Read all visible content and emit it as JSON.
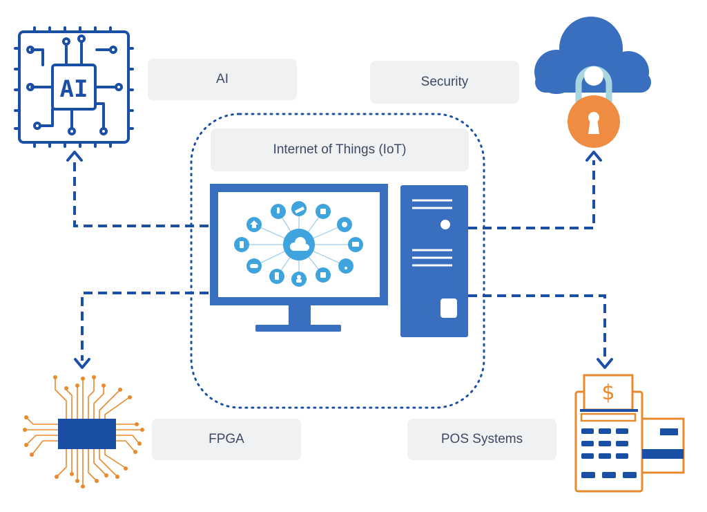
{
  "labels": {
    "ai": "AI",
    "security": "Security",
    "iot": "Internet of Things (IoT)",
    "fpga": "FPGA",
    "pos": "POS Systems"
  },
  "icons": {
    "chip_text": "AI",
    "currency": "$"
  },
  "colors": {
    "primary_blue": "#3a6fc0",
    "dark_blue": "#1b4fa5",
    "light_blue": "#3fa4dd",
    "orange": "#e8892c",
    "orange_lock": "#f08c42",
    "label_bg": "#f0f1f3",
    "label_text": "#3d4a63"
  }
}
